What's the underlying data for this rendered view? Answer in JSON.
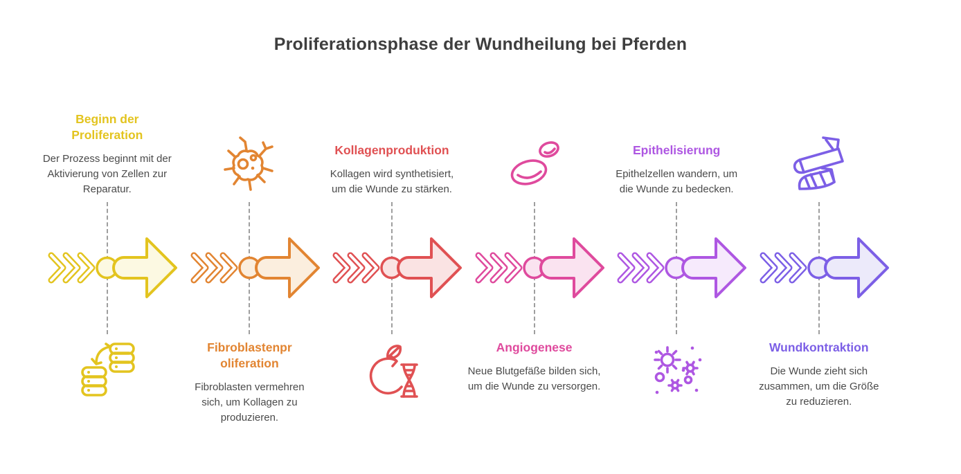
{
  "title": "Proliferationsphase der Wundheilung bei Pferden",
  "theme": {
    "background": "#ffffff",
    "title_color": "#3e3e3e",
    "description_color": "#4a4a4a",
    "dashed_line_color": "#9e9e9e"
  },
  "stages": [
    {
      "name": "Beginn der Proliferation",
      "description": "Der Prozess beginnt mit der Aktivierung von Zellen zur Reparatur.",
      "color": "#e3c41f",
      "fill": "#fcf9e2",
      "icon": "cell-stacks-icon",
      "text_position": "top"
    },
    {
      "name": "Fibroblastenpr​oliferation",
      "description": "Fibroblasten vermehren sich, um Kollagen zu produzieren.",
      "color": "#e28532",
      "fill": "#fbeede",
      "icon": "fibroblast-cell-icon",
      "text_position": "bottom"
    },
    {
      "name": "Kollagenproduktion",
      "description": "Kollagen wird synthetisiert, um die Wunde zu stärken.",
      "color": "#e05153",
      "fill": "#fae3e3",
      "icon": "collagen-dna-synthesis-icon",
      "text_position": "top"
    },
    {
      "name": "Angiogenese",
      "description": "Neue Blutgefäße bilden sich, um die Wunde zu versorgen.",
      "color": "#df4a9d",
      "fill": "#fae3f0",
      "icon": "blood-cells-icon",
      "text_position": "bottom"
    },
    {
      "name": "Epithelisierung",
      "description": "Epithelzellen wandern, um die Wunde zu bedecken.",
      "color": "#ae57e2",
      "fill": "#f6eafc",
      "icon": "epithelial-cells-icon",
      "text_position": "top"
    },
    {
      "name": "Wundkontraktion",
      "description": "Die Wunde zieht sich zusammen, um die Größe zu reduzieren.",
      "color": "#7c5fe6",
      "fill": "#eceafa",
      "icon": "bandage-wrap-icon",
      "text_position": "bottom"
    }
  ]
}
